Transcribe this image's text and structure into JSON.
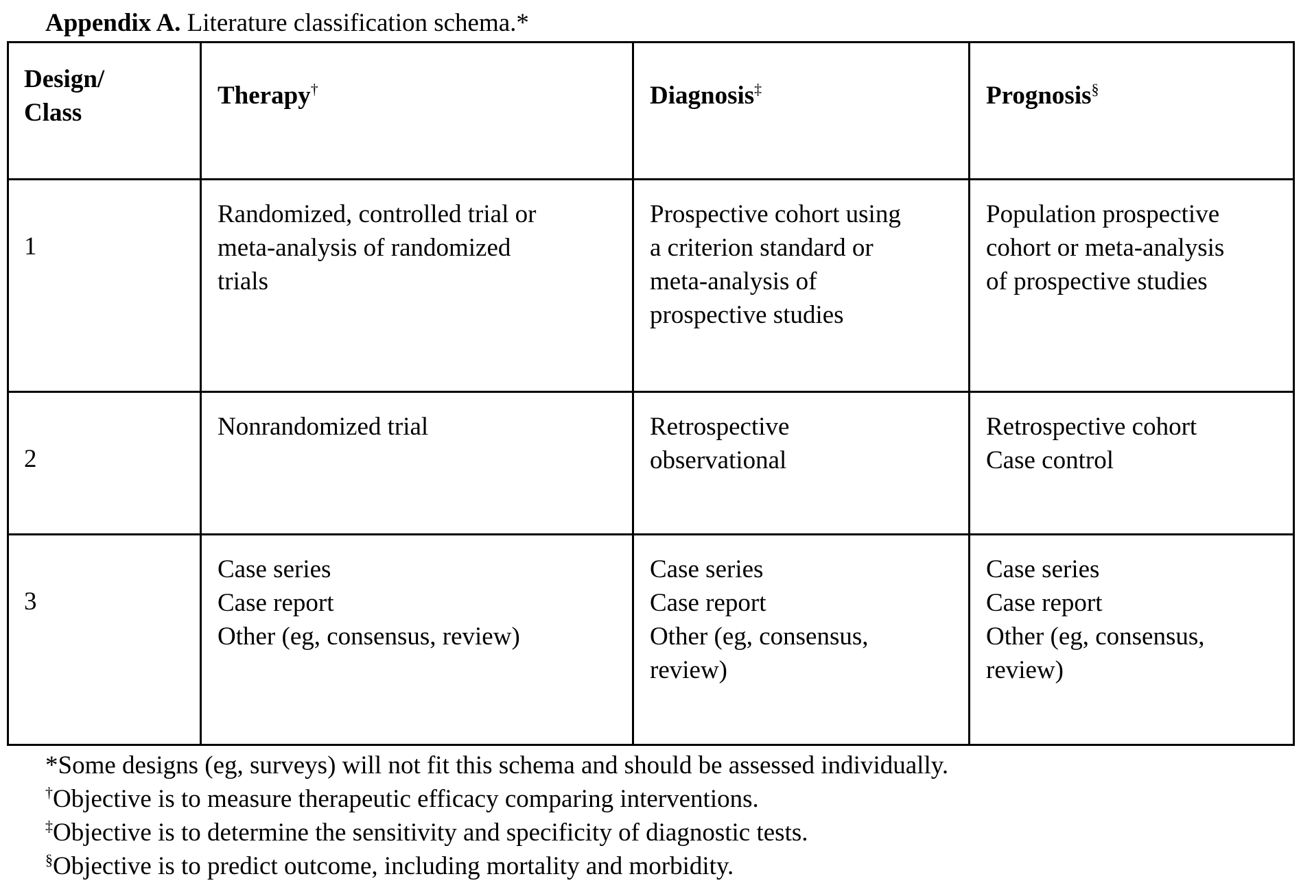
{
  "title": {
    "label": "Appendix A.",
    "text": " Literature classification schema.*"
  },
  "table": {
    "headers": {
      "design_class": [
        "Design/",
        "Class"
      ],
      "columns": [
        {
          "label": "Therapy",
          "mark": "†"
        },
        {
          "label": "Diagnosis",
          "mark": "‡"
        },
        {
          "label": "Prognosis",
          "mark": "§"
        }
      ]
    },
    "rows": [
      {
        "class": "1",
        "therapy": [
          "Randomized, controlled trial or",
          "meta-analysis of randomized",
          "trials"
        ],
        "diagnosis": [
          "Prospective cohort using",
          "a criterion standard or",
          "meta-analysis of",
          "prospective studies"
        ],
        "prognosis": [
          "Population prospective",
          "cohort or meta-analysis",
          "of prospective studies"
        ]
      },
      {
        "class": "2",
        "therapy": [
          "Nonrandomized trial"
        ],
        "diagnosis": [
          "Retrospective",
          "observational"
        ],
        "prognosis": [
          "Retrospective cohort",
          "Case control"
        ]
      },
      {
        "class": "3",
        "therapy": [
          "Case series",
          "Case report",
          "Other (eg, consensus, review)"
        ],
        "diagnosis": [
          "Case series",
          "Case report",
          "Other (eg, consensus,",
          "review)"
        ],
        "prognosis": [
          "Case series",
          "Case report",
          "Other (eg, consensus,",
          "review)"
        ]
      }
    ]
  },
  "footnotes": [
    {
      "mark": "*",
      "text": "Some designs (eg, surveys) will not fit this schema and should be assessed individually."
    },
    {
      "mark": "†",
      "text": "Objective is to measure therapeutic efficacy comparing interventions."
    },
    {
      "mark": "‡",
      "text": "Objective is to determine the sensitivity and specificity of diagnostic tests."
    },
    {
      "mark": "§",
      "text": "Objective is to predict outcome, including mortality and morbidity."
    }
  ]
}
